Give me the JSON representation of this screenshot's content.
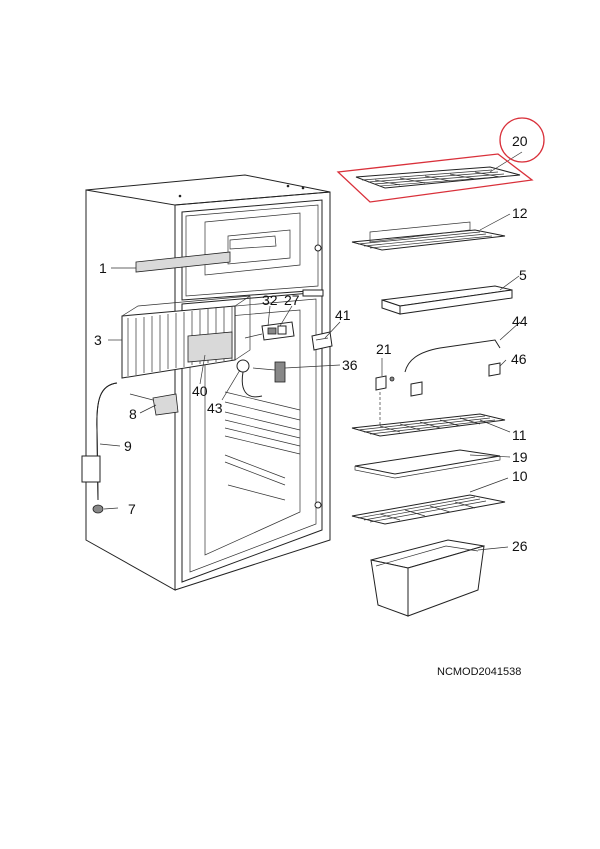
{
  "diagram": {
    "doc_code": "NCMOD2041538",
    "highlight_color": "#d9303a",
    "highlighted_part": "20",
    "callouts": [
      {
        "id": "p20",
        "label": "20"
      },
      {
        "id": "p12",
        "label": "12"
      },
      {
        "id": "p5",
        "label": "5"
      },
      {
        "id": "p44",
        "label": "44"
      },
      {
        "id": "p21",
        "label": "21"
      },
      {
        "id": "p46",
        "label": "46"
      },
      {
        "id": "p11",
        "label": "11"
      },
      {
        "id": "p19",
        "label": "19"
      },
      {
        "id": "p10",
        "label": "10"
      },
      {
        "id": "p26",
        "label": "26"
      },
      {
        "id": "p1",
        "label": "1"
      },
      {
        "id": "p3",
        "label": "3"
      },
      {
        "id": "p32",
        "label": "32"
      },
      {
        "id": "p27",
        "label": "27"
      },
      {
        "id": "p41",
        "label": "41"
      },
      {
        "id": "p36",
        "label": "36"
      },
      {
        "id": "p40",
        "label": "40"
      },
      {
        "id": "p43",
        "label": "43"
      },
      {
        "id": "p8",
        "label": "8"
      },
      {
        "id": "p9",
        "label": "9"
      },
      {
        "id": "p7",
        "label": "7"
      }
    ]
  }
}
